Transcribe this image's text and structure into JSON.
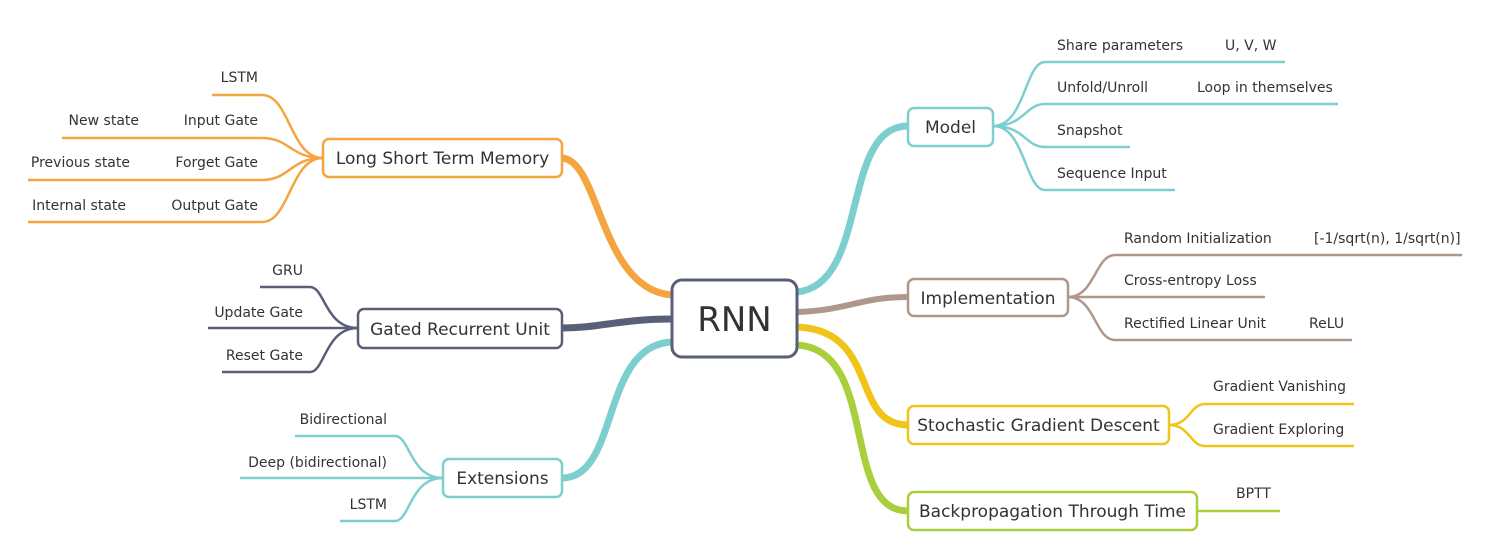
{
  "center": {
    "label": "RNN"
  },
  "colors": {
    "orange": "#F5A540",
    "navy": "#5A5F78",
    "teal": "#7DCFCF",
    "brown": "#B0978B",
    "yellow": "#F0C419",
    "green": "#A9CF3C",
    "text": "#333333"
  },
  "branches": {
    "lstm": {
      "label": "Long Short Term Memory",
      "children": [
        "LSTM",
        "Input Gate",
        "Forget Gate",
        "Output Gate"
      ],
      "grandchildren": {
        "input_gate": "New state",
        "forget_gate": "Previous state",
        "output_gate": "Internal state"
      }
    },
    "gru": {
      "label": "Gated Recurrent Unit",
      "children": [
        "GRU",
        "Update Gate",
        "Reset Gate"
      ]
    },
    "extensions": {
      "label": "Extensions",
      "children": [
        "Bidirectional",
        "Deep (bidirectional)",
        "LSTM"
      ]
    },
    "model": {
      "label": "Model",
      "children": [
        "Share parameters",
        "Unfold/Unroll",
        "Snapshot",
        "Sequence Input"
      ],
      "grandchildren": {
        "share_parameters": "U, V, W",
        "unfold": "Loop in themselves"
      }
    },
    "implementation": {
      "label": "Implementation",
      "children": [
        "Random Initialization",
        "Cross-entropy Loss",
        "Rectified Linear Unit"
      ],
      "grandchildren": {
        "random_init": "[-1/sqrt(n), 1/sqrt(n)]",
        "relu": "ReLU"
      }
    },
    "sgd": {
      "label": "Stochastic Gradient Descent",
      "children": [
        "Gradient Vanishing",
        "Gradient Exploring"
      ]
    },
    "bptt": {
      "label": "Backpropagation Through Time",
      "children": [
        "BPTT"
      ]
    }
  }
}
